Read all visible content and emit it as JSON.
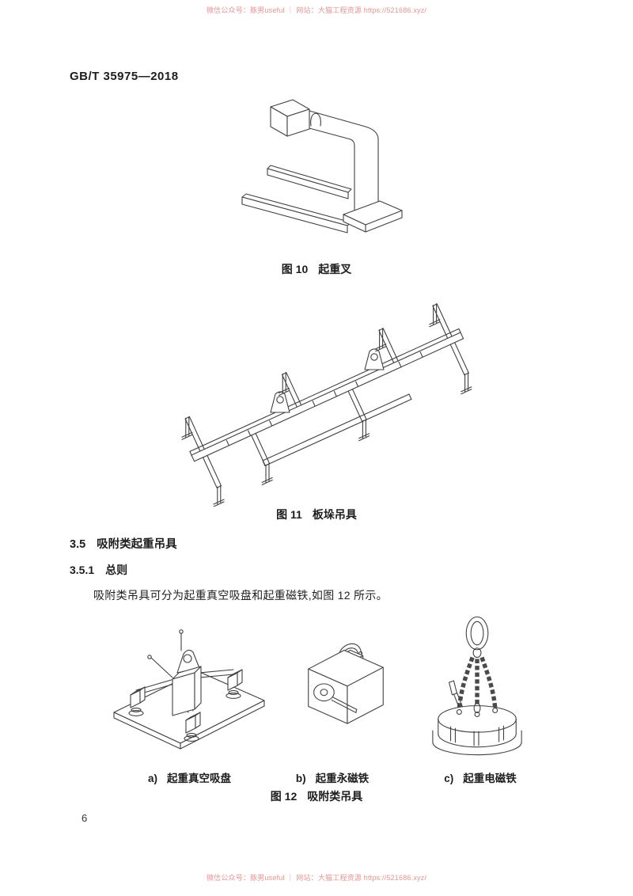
{
  "watermark": {
    "text": "微信公众号：豚男useful ｜ 网站：大猫工程资源 https://521686.xyz/"
  },
  "header": {
    "doc_number": "GB/T 35975—2018"
  },
  "figure10": {
    "label": "图 10",
    "title": "起重叉"
  },
  "figure11": {
    "label": "图 11",
    "title": "板垛吊具"
  },
  "section_35": {
    "number": "3.5",
    "title": "吸附类起重吊具"
  },
  "section_351": {
    "number": "3.5.1",
    "title": "总则"
  },
  "paragraph": "吸附类吊具可分为起重真空吸盘和起重磁铁,如图 12 所示。",
  "figure12": {
    "label": "图 12",
    "title": "吸附类吊具",
    "subfigures": [
      {
        "label": "a)",
        "title": "起重真空吸盘"
      },
      {
        "label": "b)",
        "title": "起重永磁铁"
      },
      {
        "label": "c)",
        "title": "起重电磁铁"
      }
    ]
  },
  "page_number": "6"
}
